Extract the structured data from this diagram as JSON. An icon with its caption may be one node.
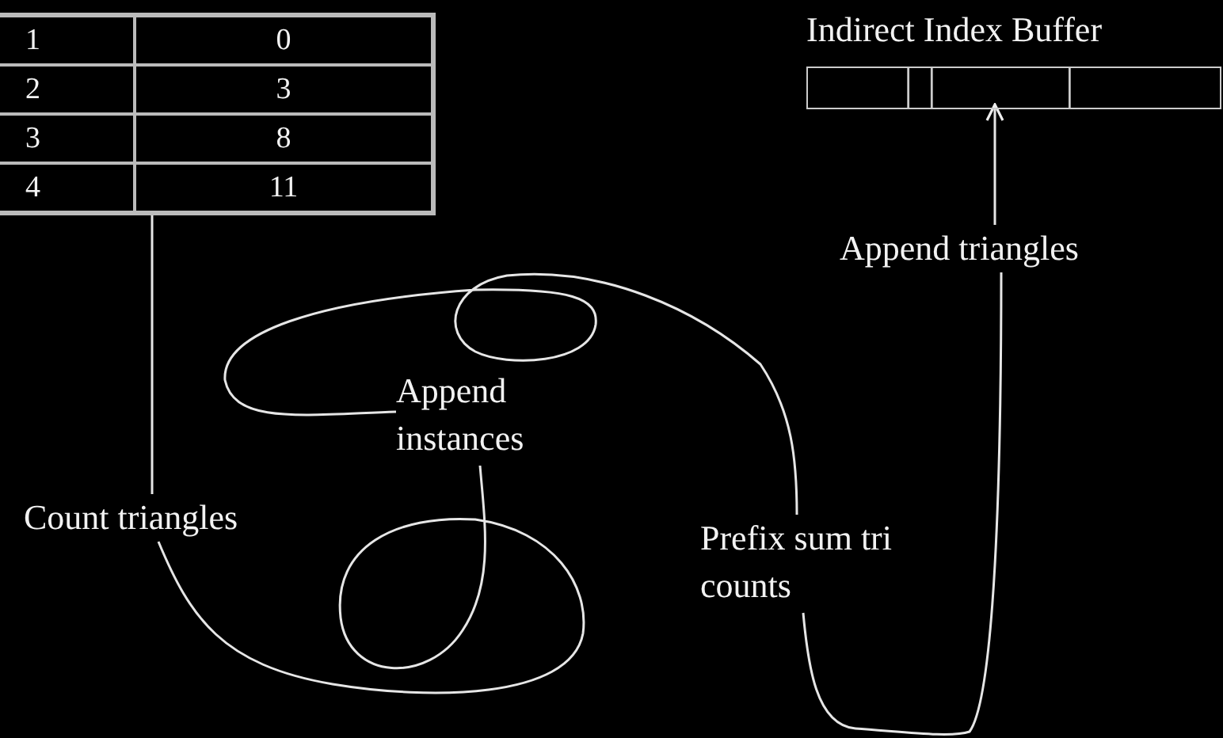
{
  "diagram": {
    "nodes": [
      {
        "text": [],
        "shape": "box"
      },
      {
        "text": [
          "Count triangles"
        ]
      },
      {
        "text": [
          "Append instances"
        ]
      },
      {
        "text": [
          "Prefix sum tri counts"
        ]
      },
      {
        "text": [
          "Append triangles"
        ]
      },
      {
        "text": [
          "Indirect Index Buffer"
        ]
      }
    ],
    "edges": [
      {
        "from": 0,
        "to": 1,
        "arrow": "none"
      },
      {
        "from": 1,
        "to": 2,
        "arrow": "none"
      },
      {
        "from": 2,
        "to": 3,
        "arrow": "none"
      },
      {
        "from": 3,
        "to": 4,
        "arrow": "none"
      },
      {
        "from": 4,
        "to": 5,
        "arrow": "to"
      }
    ],
    "labels": [
      "1",
      "0",
      "2",
      "3",
      "3",
      "8",
      "4",
      "11"
    ]
  }
}
